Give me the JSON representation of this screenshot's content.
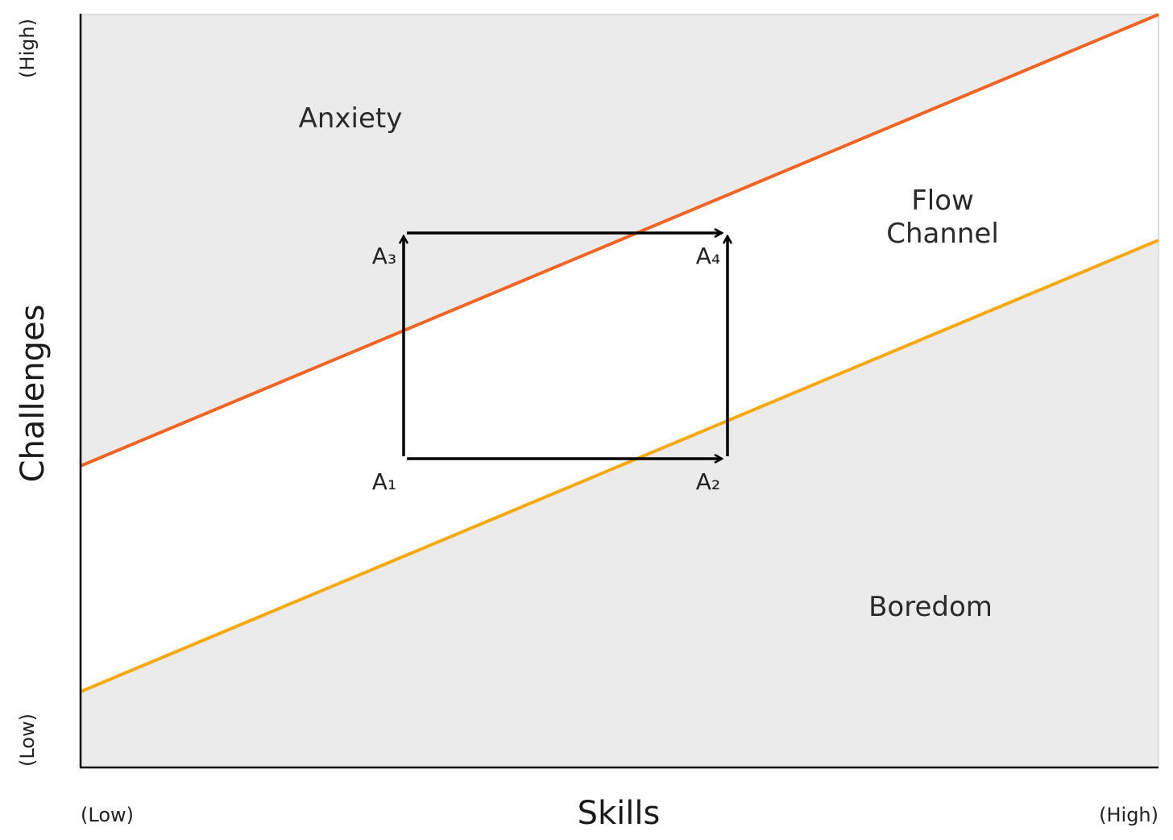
{
  "diagram": {
    "regions": {
      "anxiety": "Anxiety",
      "flow_line1": "Flow",
      "flow_line2": "Channel",
      "boredom": "Boredom"
    },
    "points": {
      "a1": "A₁",
      "a2": "A₂",
      "a3": "A₃",
      "a4": "A₄"
    },
    "axes": {
      "x_title": "Skills",
      "y_title": "Challenges",
      "x_low": "(Low)",
      "x_high": "(High)",
      "y_low": "(Low)",
      "y_high": "(High)"
    },
    "colors": {
      "upper_line": "#f06424",
      "lower_line": "#f7a80c",
      "shade": "#ebebeb",
      "axis": "#000000",
      "arrow": "#000000"
    }
  }
}
